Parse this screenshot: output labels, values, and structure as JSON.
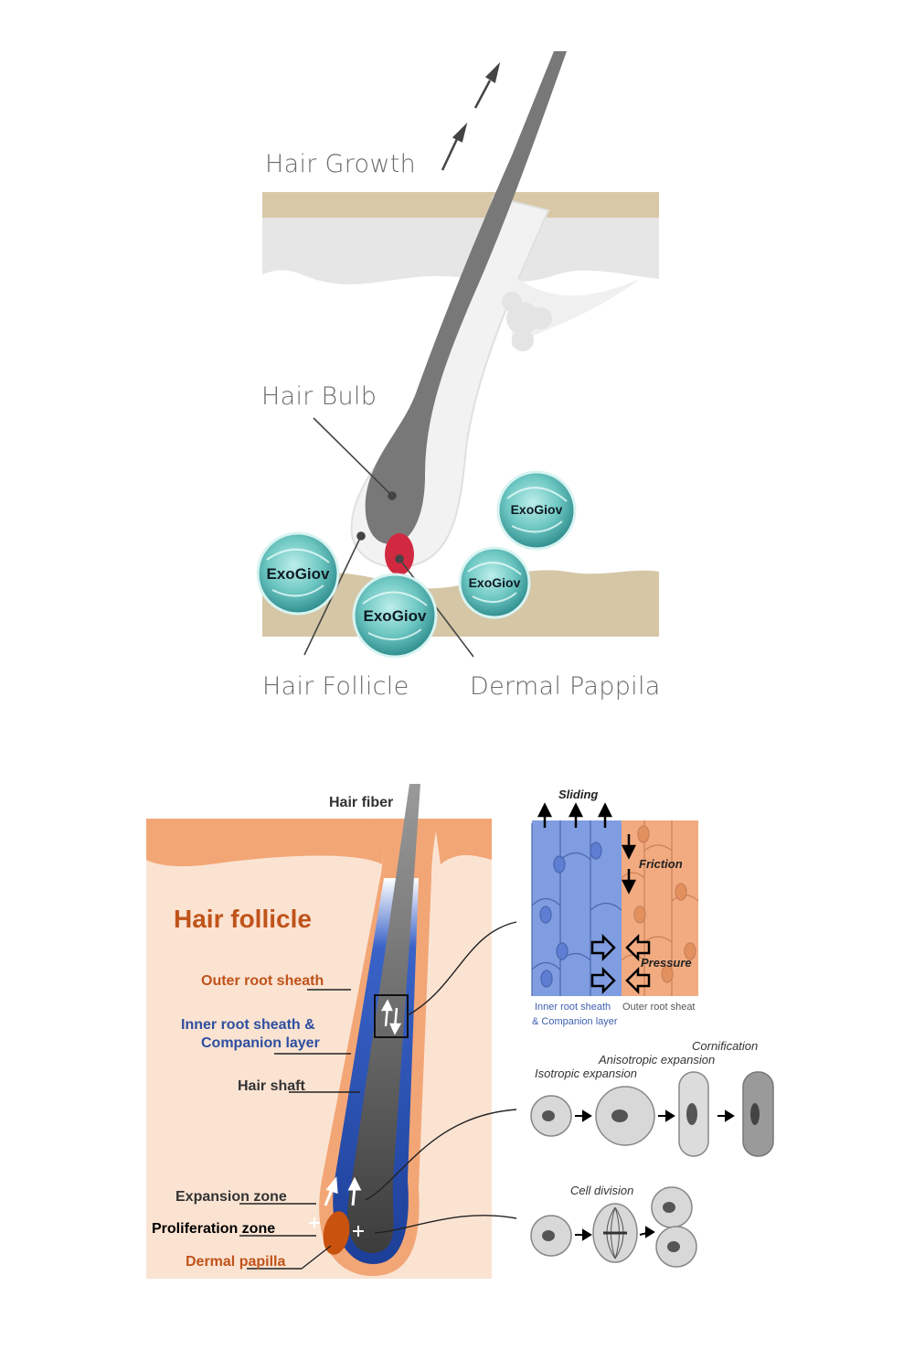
{
  "top_diagram": {
    "labels": {
      "hair_growth": "Hair Growth",
      "hair_bulb": "Hair Bulb",
      "hair_follicle": "Hair Follicle",
      "dermal_papilla": "Dermal Pappila"
    },
    "vesicle_label": "ExoGiov",
    "colors": {
      "skin_top": "#d8c8a7",
      "dermis": "#e8e8e8",
      "hair": "#7a7a7a",
      "papilla": "#d02840",
      "vesicle": "#7fd0cc"
    }
  },
  "bottom_diagram": {
    "labels": {
      "hair_fiber": "Hair fiber",
      "hair_follicle": "Hair follicle",
      "outer_root_sheath": "Outer root sheath",
      "inner_root_sheath_1": "Inner root sheath &",
      "inner_root_sheath_2": "Companion layer",
      "hair_shaft": "Hair shaft",
      "expansion_zone": "Expansion zone",
      "proliferation_zone": "Proliferation zone",
      "dermal_papilla": "Dermal papilla"
    },
    "inset": {
      "sliding": "Sliding",
      "friction": "Friction",
      "pressure": "Pressure",
      "inner_label_1": "Inner root sheath",
      "inner_label_2": "& Companion layer",
      "outer_label": "Outer root sheat"
    },
    "cell_stages": {
      "cornification": "Cornification",
      "anisotropic": "Anisotropic expansion",
      "isotropic": "Isotropic expansion",
      "cell_division": "Cell division"
    },
    "colors": {
      "follicle_bg": "#fbe3d2",
      "outer_sheath": "#f0a574",
      "inner_sheath": "#2e4fa0",
      "shaft": "#555555",
      "papilla": "#c0500f",
      "title": "#c0531a"
    }
  }
}
